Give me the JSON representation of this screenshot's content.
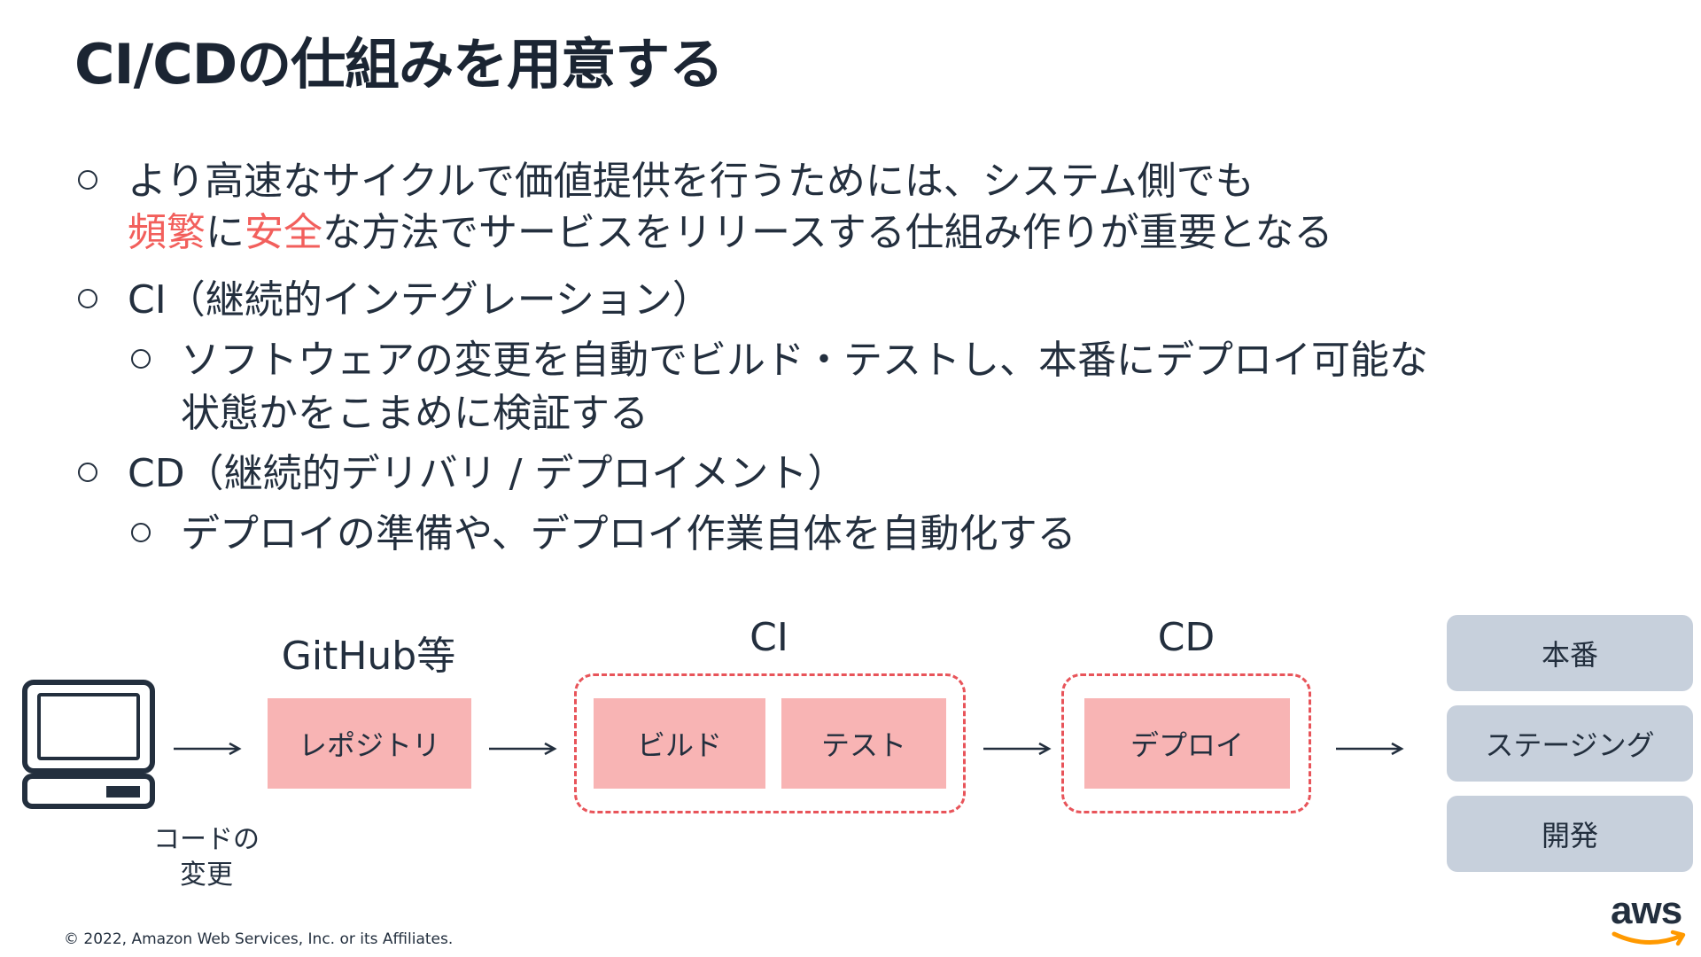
{
  "slide": {
    "title": "CI/CDの仕組みを用意する",
    "bullets": [
      {
        "line1": "より高速なサイクルで価値提供を行うためには、システム側でも",
        "line2_hl1": "頻繁",
        "line2_mid": "に",
        "line2_hl2": "安全",
        "line2_rest": "な方法でサービスをリリースする仕組み作りが重要となる"
      },
      {
        "text": "CI（継続的インテグレーション）",
        "sub": {
          "line1": "ソフトウェアの変更を自動でビルド・テストし、本番にデプロイ可能な",
          "line2": "状態かをこまめに検証する"
        }
      },
      {
        "text": "CD（継続的デリバリ / デプロイメント）",
        "sub": {
          "line1": "デプロイの準備や、デプロイ作業自体を自動化する"
        }
      }
    ]
  },
  "diagram": {
    "computer_caption_line1": "コードの",
    "computer_caption_line2": "変更",
    "github_label": "GitHub等",
    "repository_label": "レポジトリ",
    "ci_label": "CI",
    "build_label": "ビルド",
    "test_label": "テスト",
    "cd_label": "CD",
    "deploy_label": "デプロイ",
    "environments": [
      "本番",
      "ステージング",
      "開発"
    ],
    "accent_color": "#e8545a",
    "box_color": "#f8b4b4",
    "env_color": "#c7d0dc"
  },
  "footer": {
    "copyright": "© 2022, Amazon Web Services, Inc. or its Affiliates.",
    "logo_text": "aws"
  }
}
